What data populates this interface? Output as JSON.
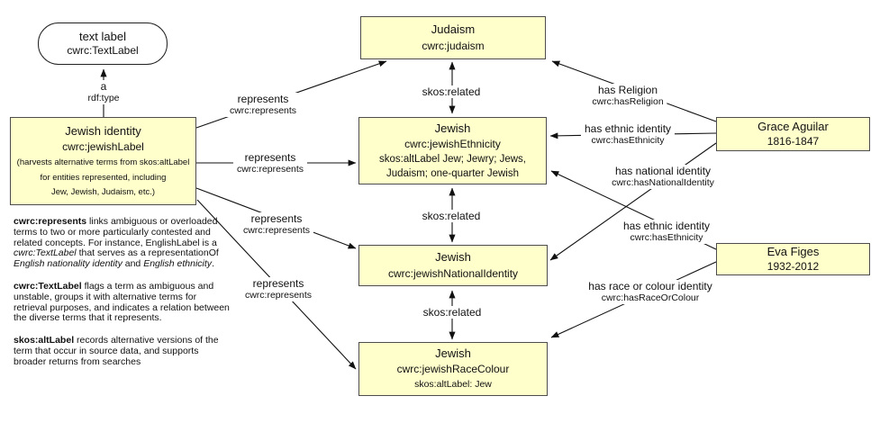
{
  "diagram": {
    "legend_node": {
      "title": "text label",
      "subtitle": "cwrc:TextLabel"
    },
    "type_edge": {
      "label": "a",
      "property": "rdf:type"
    },
    "nodes": {
      "jewish_identity": {
        "title": "Jewish identity",
        "subtitle": "cwrc:jewishLabel",
        "note1": "(harvests alternative terms from skos:altLabel",
        "note2": "for entities represented, including",
        "note3": "Jew, Jewish, Judaism, etc.)"
      },
      "judaism": {
        "title": "Judaism",
        "subtitle": "cwrc:judaism"
      },
      "jewish_ethnicity": {
        "title": "Jewish",
        "subtitle": "cwrc:jewishEthnicity",
        "alt1": "skos:altLabel Jew; Jewry; Jews,",
        "alt2": "Judaism; one-quarter Jewish"
      },
      "jewish_national_identity": {
        "title": "Jewish",
        "subtitle": "cwrc:jewishNationalIdentity"
      },
      "jewish_race_colour": {
        "title": "Jewish",
        "subtitle": "cwrc:jewishRaceColour",
        "alt": "skos:altLabel: Jew"
      },
      "grace_aguilar": {
        "title": "Grace Aguilar",
        "subtitle": "1816-1847"
      },
      "eva_figes": {
        "title": "Eva Figes",
        "subtitle": "1932-2012"
      }
    },
    "edge_labels": {
      "represents": {
        "label": "represents",
        "property": "cwrc:represents"
      },
      "skos_related": {
        "label": "skos:related"
      },
      "has_religion": {
        "label": "has Religion",
        "property": "cwrc:hasReligion"
      },
      "has_ethnic_identity": {
        "label": "has ethnic identity",
        "property": "cwrc:hasEthnicity"
      },
      "has_national_identity": {
        "label": "has national identity",
        "property": "cwrc:hasNationalIdentity"
      },
      "has_race_or_colour": {
        "label": "has race or colour identity",
        "property": "cwrc:hasRaceOrColour"
      }
    },
    "colors": {
      "node_fill": "#FFFFCC",
      "node_border": "#4d4d4d",
      "line": "#111111"
    }
  },
  "notes": {
    "paragraphs": [
      {
        "term": "cwrc:represents",
        "segments": [
          {
            "text": " links ambiguous or overloaded terms to two or more particularly contested and related concepts. For instance, EnglishLabel is a "
          },
          {
            "text": "cwrc:TextLabel",
            "italic": true
          },
          {
            "text": " that serves as a representationOf "
          },
          {
            "text": "English nationality identity",
            "italic": true
          },
          {
            "text": " and "
          },
          {
            "text": "English ethnicity",
            "italic": true
          },
          {
            "text": "."
          }
        ]
      },
      {
        "term": "cwrc:TextLabel",
        "segments": [
          {
            "text": " flags a term as ambiguous and unstable, groups it with alternative terms for retrieval purposes, and indicates a relation between the diverse terms that it represents."
          }
        ]
      },
      {
        "term": "skos:altLabel",
        "segments": [
          {
            "text": " records alternative versions of the term that occur in source data, and supports broader returns from searches"
          }
        ]
      }
    ]
  }
}
